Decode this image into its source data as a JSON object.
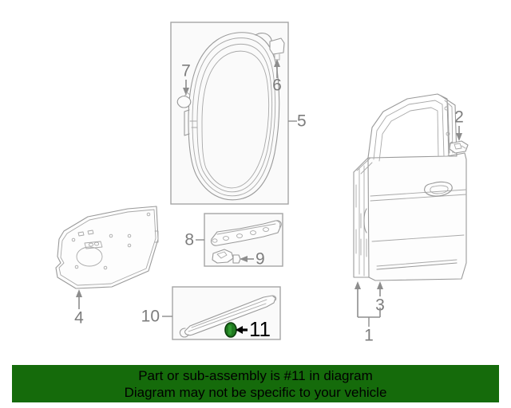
{
  "diagram": {
    "type": "automotive-parts-exploded-diagram",
    "subject": "front door panel and weatherstrip assembly",
    "line_color": "#9a9a9a",
    "box_fill": "#fafafa",
    "box_border": "#a5a5a5",
    "callouts": [
      {
        "id": "1",
        "label": "1",
        "part": "front-door-panel-assembly",
        "arrow": "bracket-up"
      },
      {
        "id": "2",
        "label": "2",
        "part": "door-clip-upper",
        "arrow": "down"
      },
      {
        "id": "3",
        "label": "3",
        "part": "door-skin-outer",
        "arrow": "up"
      },
      {
        "id": "4",
        "label": "4",
        "part": "inner-door-water-shield",
        "arrow": "up"
      },
      {
        "id": "5",
        "label": "5",
        "part": "door-weatherstrip-seal",
        "arrow": "leader-left"
      },
      {
        "id": "6",
        "label": "6",
        "part": "weatherstrip-clip-upper",
        "arrow": "up"
      },
      {
        "id": "7",
        "label": "7",
        "part": "weatherstrip-clip-lower",
        "arrow": "down"
      },
      {
        "id": "8",
        "label": "8",
        "part": "door-beam-reinforcement",
        "arrow": "leader-right"
      },
      {
        "id": "9",
        "label": "9",
        "part": "beam-bracket",
        "arrow": "left"
      },
      {
        "id": "10",
        "label": "10",
        "part": "door-molding-assembly",
        "arrow": "leader-right"
      },
      {
        "id": "11",
        "label": "11",
        "part": "molding-clip-highlighted",
        "arrow": "left",
        "highlighted": true,
        "highlight_color": "#1f7a1f"
      }
    ]
  },
  "banner": {
    "background_color": "#156b0b",
    "text_color": "#000000",
    "line1": "Part or sub-assembly is #11 in diagram",
    "line2": "Diagram may not be specific to your vehicle"
  }
}
